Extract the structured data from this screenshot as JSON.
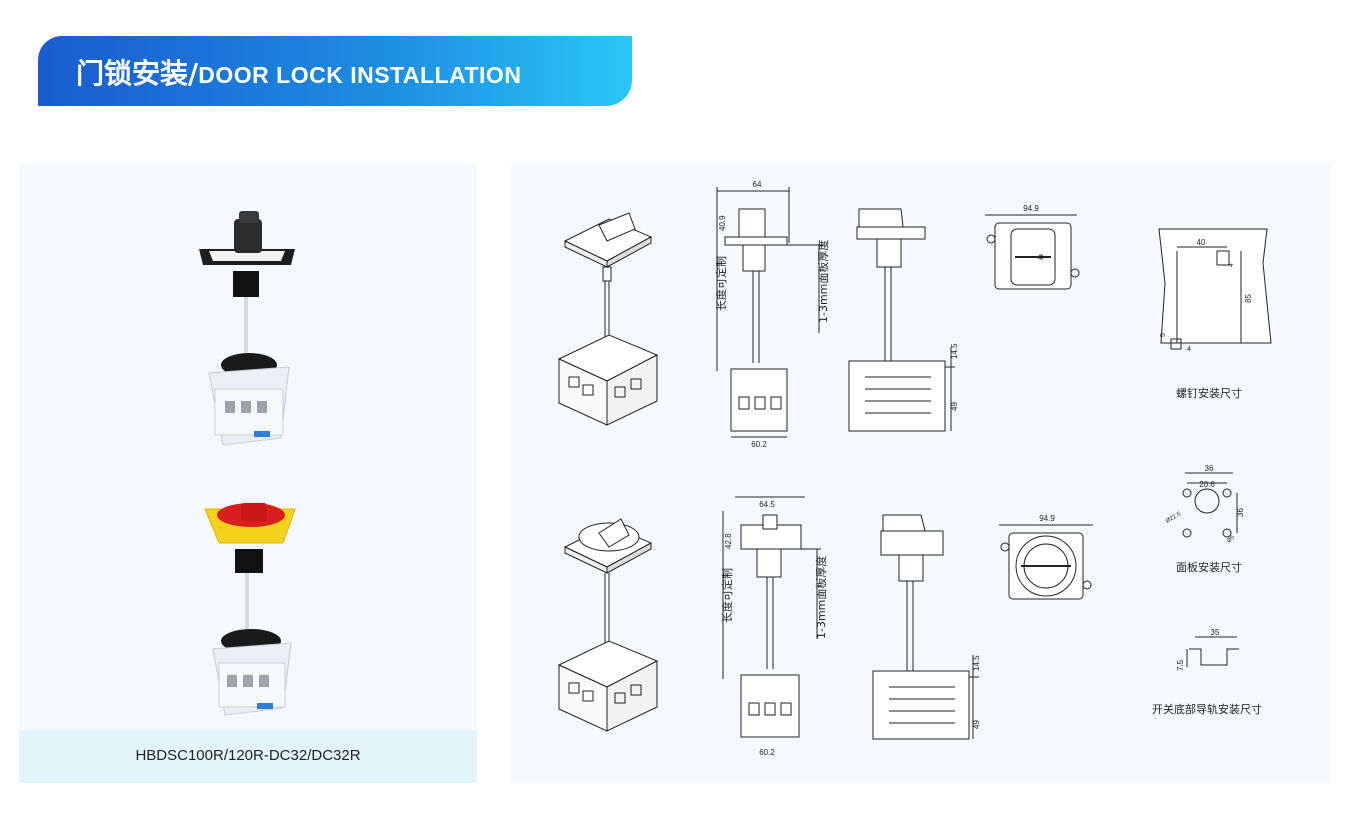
{
  "header": {
    "title_cn": "门锁安装",
    "separator": "/",
    "title_en": "DOOR LOCK INSTALLATION"
  },
  "product": {
    "model": "HBDSC100R/120R-DC32/DC32R"
  },
  "drawings": {
    "row1": {
      "dim_width": "64",
      "dim_height": "40.9",
      "length_note": "长度可定制",
      "panel_note": "1-3mm面板厚度",
      "dim_14_5": "14.5",
      "dim_49": "49",
      "dim_base": "60.2",
      "dim_front": "94.9"
    },
    "row2": {
      "dim_width": "64.5",
      "dim_height": "42.8",
      "length_note": "长度可定制",
      "panel_note": "1-3mm面板厚度",
      "dim_14_5": "14.5",
      "dim_49": "49",
      "dim_base": "60.2",
      "dim_front": "94.9"
    },
    "screw": {
      "label": "螺钉安装尺寸",
      "d40": "40",
      "d85": "85",
      "d4a": "4",
      "d4b": "4",
      "d5": "5"
    },
    "panel_mount": {
      "label": "面板安装尺寸",
      "d36a": "36",
      "d20_6": "20.6",
      "d36b": "36",
      "d22_5": "Ø22.5",
      "d5": "Ø5"
    },
    "rail": {
      "label": "开关底部导轨安装尺寸",
      "d35": "35",
      "d7_5": "7.5"
    }
  }
}
